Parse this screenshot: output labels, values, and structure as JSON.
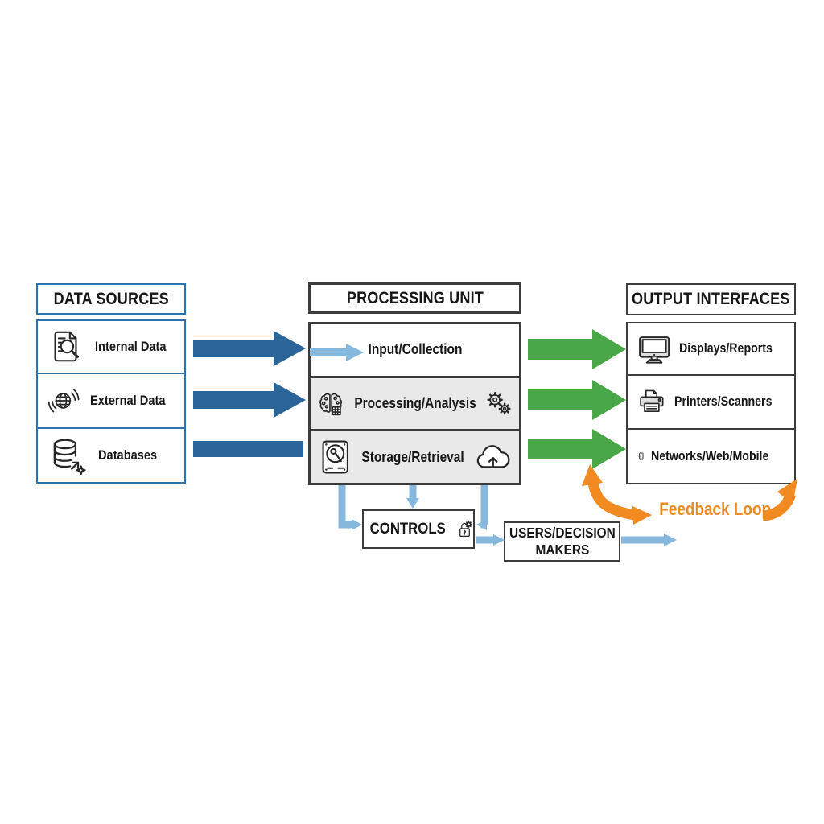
{
  "diagram": {
    "data_sources": {
      "title": "DATA SOURCES",
      "items": [
        {
          "label": "Internal Data",
          "icon": "document-search-icon"
        },
        {
          "label": "External Data",
          "icon": "globe-signal-icon"
        },
        {
          "label": "Databases",
          "icon": "database-sync-icon"
        }
      ]
    },
    "processing_unit": {
      "title": "PROCESSING UNIT",
      "rows": [
        {
          "label": "Input/Collection",
          "icons": [
            "input-arrow-icon"
          ]
        },
        {
          "label": "Processing/Analysis",
          "icons": [
            "brain-circuit-icon",
            "gears-icon"
          ]
        },
        {
          "label": "Storage/Retrieval",
          "icons": [
            "hard-drive-icon",
            "cloud-upload-icon"
          ]
        }
      ]
    },
    "output_interfaces": {
      "title": "OUTPUT INTERFACES",
      "items": [
        {
          "label": "Displays/Reports",
          "icon": "monitor-icon"
        },
        {
          "label": "Printers/Scanners",
          "icon": "printer-icon"
        },
        {
          "label": "Networks/Web/Mobile",
          "icon": "smartphone-wifi-icon"
        }
      ]
    },
    "controls": {
      "label": "CONTROLS",
      "icon": "padlock-gear-icon"
    },
    "users": {
      "label": "USERS/DECISION MAKERS"
    },
    "feedback": {
      "label": "Feedback Loop"
    },
    "connections": [
      {
        "from": "internal-data",
        "to": "input-collection",
        "style": "dark-blue-arrow"
      },
      {
        "from": "external-data",
        "to": "processing-analysis",
        "style": "dark-blue-arrow"
      },
      {
        "from": "databases",
        "to": "storage-retrieval",
        "style": "dark-blue-bar"
      },
      {
        "from": "input-collection",
        "to": "displays-reports",
        "style": "green-arrow"
      },
      {
        "from": "processing-analysis",
        "to": "printers-scanners",
        "style": "green-arrow"
      },
      {
        "from": "storage-retrieval",
        "to": "networks-web-mobile",
        "style": "green-arrow"
      },
      {
        "from": "processing-unit",
        "to": "controls",
        "style": "light-blue-connectors"
      },
      {
        "from": "controls",
        "to": "users-decision-makers",
        "style": "light-blue-arrow"
      },
      {
        "from": "users-decision-makers",
        "to": "offscreen-right",
        "style": "light-blue-arrow"
      },
      {
        "from": "users-decision-makers",
        "to": "output-interfaces",
        "style": "orange-feedback-loop"
      }
    ],
    "colors": {
      "dark_blue": "#2b6499",
      "light_blue": "#85b8dc",
      "green": "#4aa747",
      "orange": "#f08a21",
      "border_blue": "#2e73b0",
      "border_dark": "#3c3c3c",
      "row_gray": "#e9e9e9"
    }
  }
}
